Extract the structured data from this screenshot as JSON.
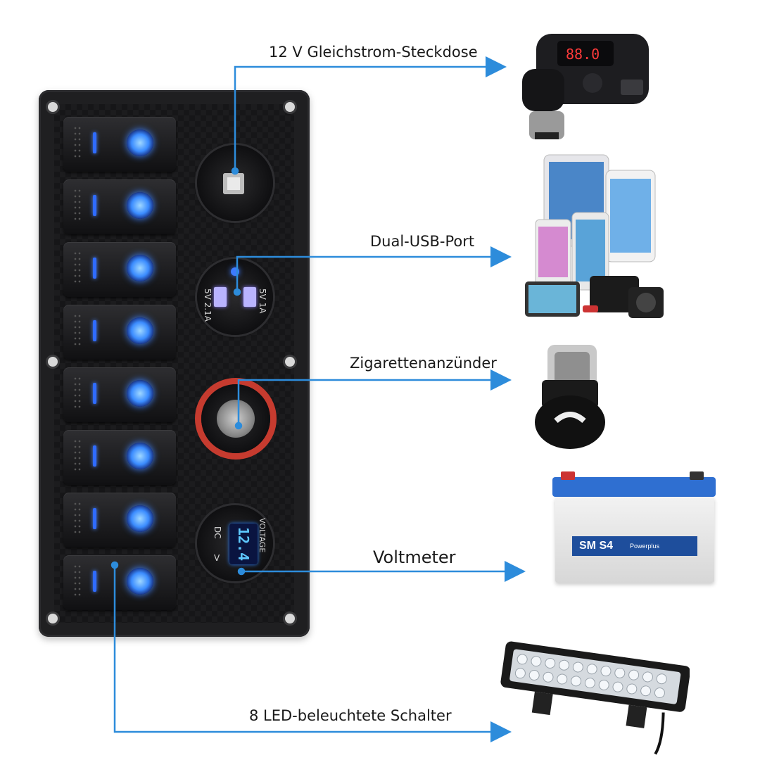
{
  "labels": {
    "socket_12v": "12 V Gleichstrom-Steckdose",
    "dual_usb": "Dual-USB-Port",
    "cigarette_lighter": "Zigarettenanzünder",
    "voltmeter": "Voltmeter",
    "led_switches": "8 LED-beleuchtete Schalter"
  },
  "panel": {
    "switch_count": 8,
    "usb_left": "5V 2.1A",
    "usb_right": "5V 1A",
    "volt_reading": "12.4",
    "volt_word": "VOLTAGE",
    "volt_dc": "DC",
    "volt_unit": "V"
  },
  "battery": {
    "brand": "SM S4",
    "sub": "Powerplus"
  },
  "car_charger": {
    "display": "88.0"
  },
  "colors": {
    "arrow": "#2d8cdb",
    "led": "#3b7bff",
    "lighter_ring": "#c63b2f"
  }
}
